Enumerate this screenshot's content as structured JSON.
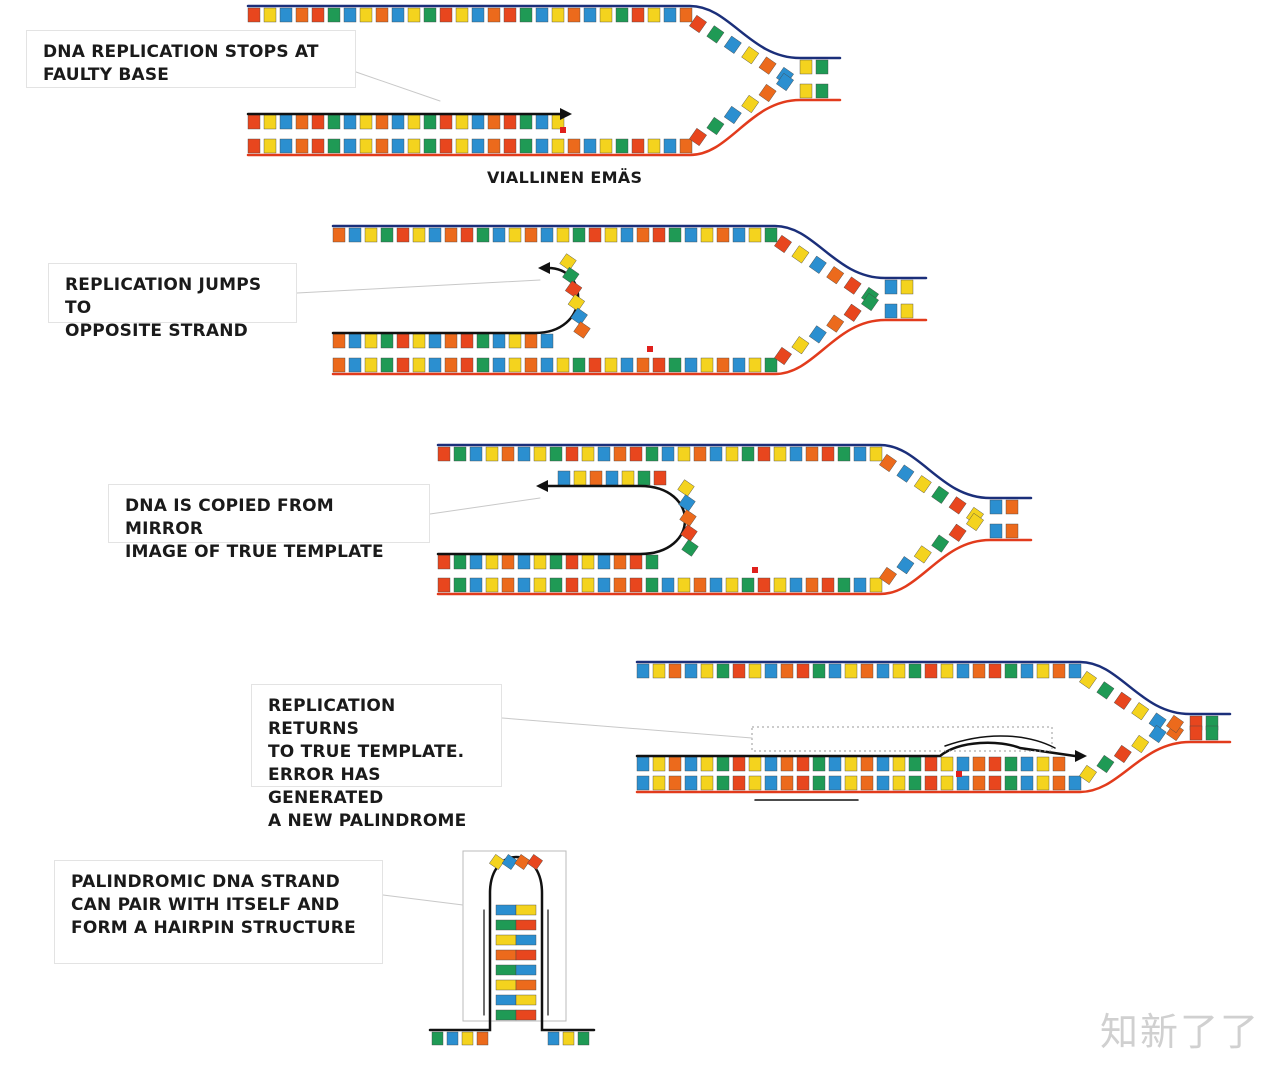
{
  "colors": {
    "red": "#e8461e",
    "green": "#1f9a55",
    "blue": "#2b8fd0",
    "yellow": "#f4d31e",
    "orange": "#ec6a1c",
    "backbone_dark": "#1b2f7a",
    "backbone_red": "#e23b1c",
    "error_mark": "#e0201c",
    "leader_line": "#c8c8c8"
  },
  "steps": [
    {
      "label": "DNA REPLICATION STOPS AT\nFAULTY BASE",
      "sublabel": "VIALLINEN EMÄS"
    },
    {
      "label": "REPLICATION JUMPS TO\nOPPOSITE STRAND"
    },
    {
      "label": "DNA IS COPIED FROM MIRROR\nIMAGE OF TRUE TEMPLATE"
    },
    {
      "label": "REPLICATION RETURNS\nTO TRUE TEMPLATE.\nERROR HAS GENERATED\nA NEW PALINDROME"
    },
    {
      "label": "PALINDROMIC DNA STRAND\nCAN PAIR WITH ITSELF AND\nFORM A HAIRPIN STRUCTURE"
    }
  ],
  "watermark": "知新了了"
}
